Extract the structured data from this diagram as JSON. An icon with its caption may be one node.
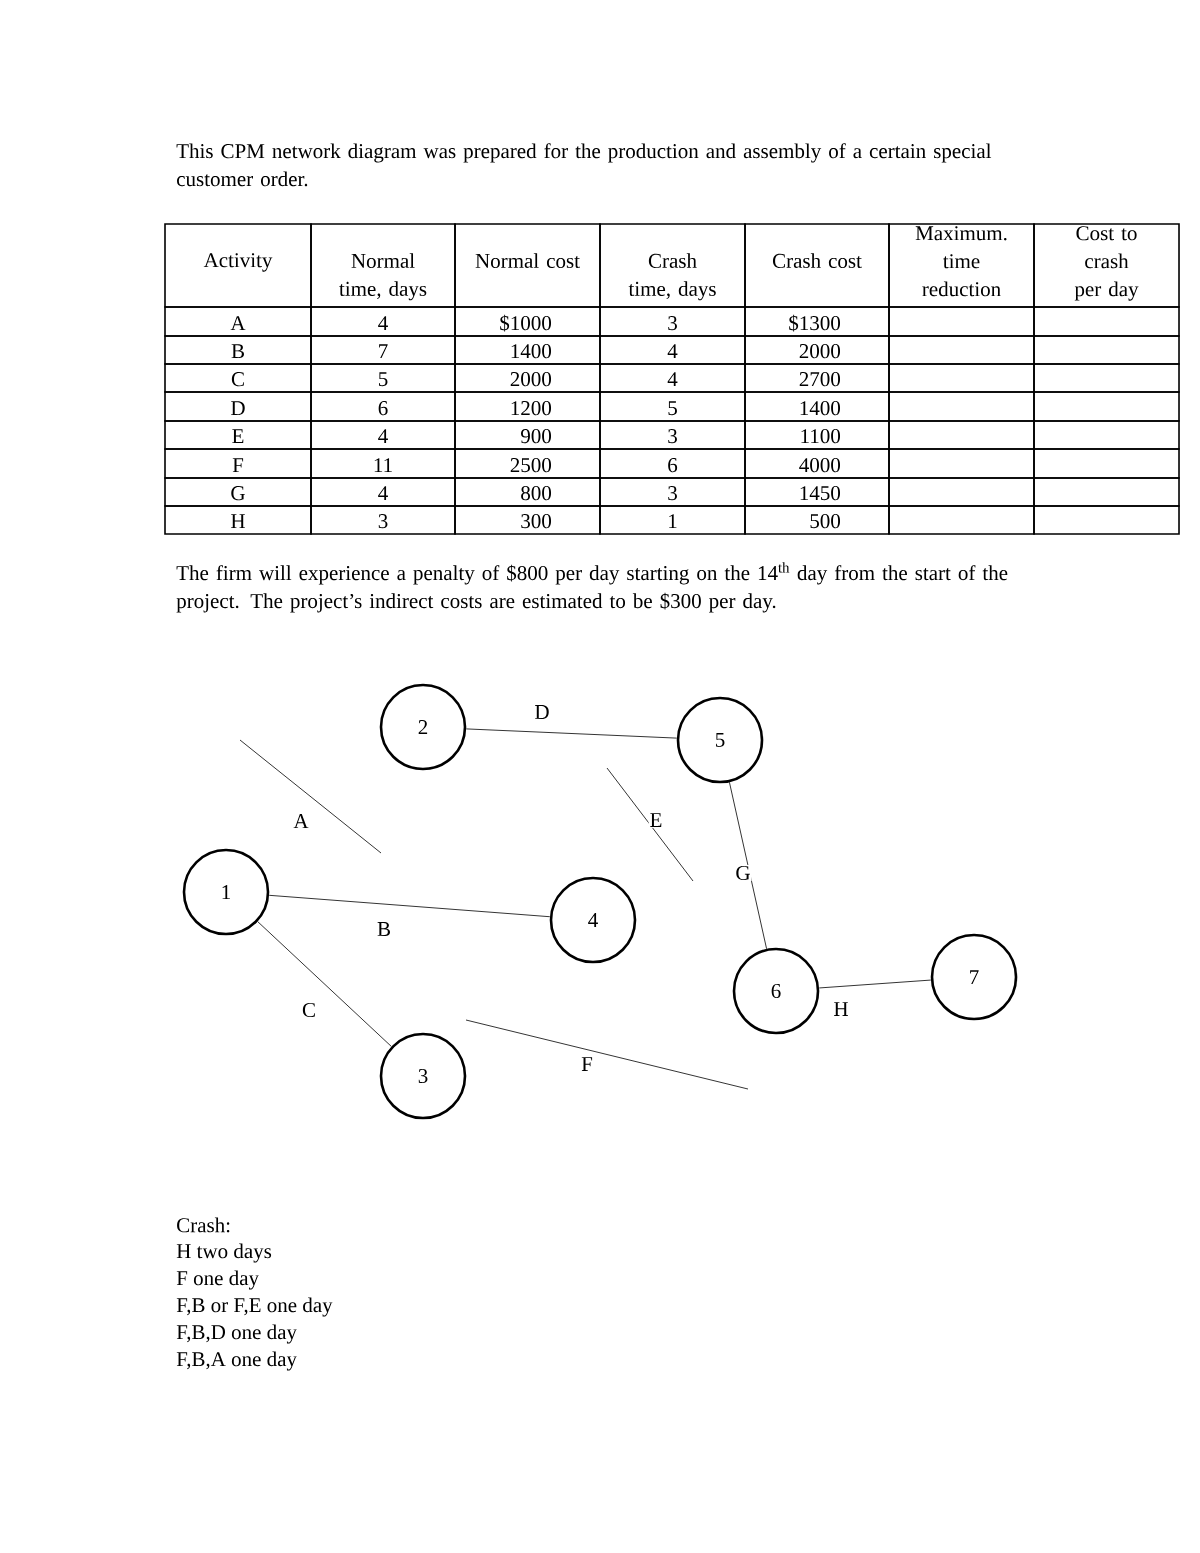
{
  "diagram": {
    "nodes": [
      {
        "text": [
          "1"
        ]
      },
      {
        "text": [
          "2"
        ]
      },
      {
        "text": [
          "3"
        ]
      },
      {
        "text": [
          "4"
        ]
      },
      {
        "text": [
          "5"
        ]
      },
      {
        "text": [
          "6"
        ]
      },
      {
        "text": [
          "7"
        ]
      }
    ],
    "edges": [
      {
        "from": 0,
        "to": 3,
        "arrow": "none",
        "label": "B"
      },
      {
        "from": 0,
        "to": 2,
        "arrow": "none",
        "label": "C"
      },
      {
        "from": 1,
        "to": 4,
        "arrow": "none",
        "label": "D"
      },
      {
        "from": 4,
        "to": 5,
        "arrow": "none",
        "label": "G"
      },
      {
        "from": 5,
        "to": 6,
        "arrow": "none",
        "label": "H"
      }
    ],
    "labels": [
      "This CPM network diagram was prepared for the production and assembly of a certain special customer order.",
      "Activity",
      "Normal time, days",
      "Normal cost",
      "Crash time, days",
      "Crash cost",
      "Maximum. time reduction",
      "Cost to crash per day",
      "A",
      "4",
      "$1000",
      "3",
      "$1300",
      "B",
      "7",
      "1400",
      "4",
      "2000",
      "C",
      "5",
      "2000",
      "4",
      "2700",
      "D",
      "6",
      "1200",
      "5",
      "1400",
      "E",
      "4",
      "900",
      "3",
      "1100",
      "F",
      "11",
      "2500",
      "6",
      "4000",
      "G",
      "4",
      "800",
      "3",
      "1450",
      "H",
      "3",
      "300",
      "1",
      "500",
      "The firm will experience a penalty of $800 per day starting on the 14$^{th}$ day from the start of the project.  The project’s indirect costs are estimated to be $300 per day.",
      "A",
      "E",
      "F",
      "Crash:",
      "H two days",
      "F one day",
      "F,B or F,E one day",
      "F,B,D one day",
      "F,B,A one day"
    ]
  }
}
